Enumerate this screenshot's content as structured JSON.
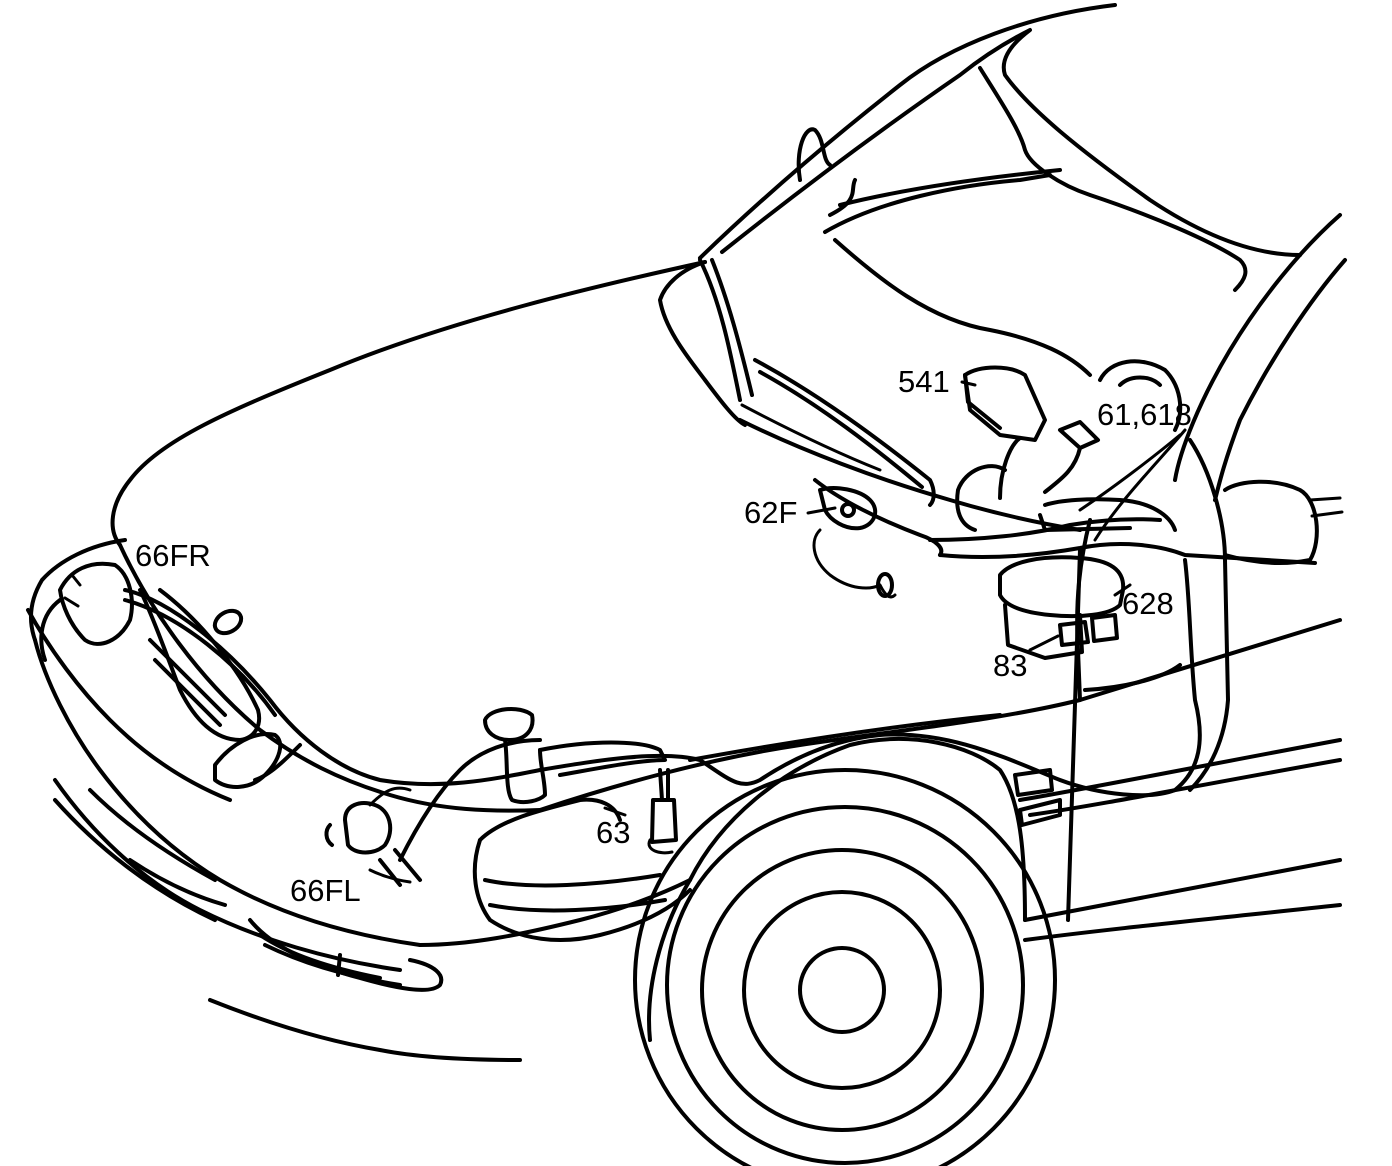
{
  "callouts": [
    {
      "id": "541",
      "text": "541"
    },
    {
      "id": "61_618",
      "text": "61,618"
    },
    {
      "id": "62F",
      "text": "62F"
    },
    {
      "id": "628",
      "text": "628"
    },
    {
      "id": "83",
      "text": "83"
    },
    {
      "id": "66FR",
      "text": "66FR"
    },
    {
      "id": "63",
      "text": "63"
    },
    {
      "id": "66FL",
      "text": "66FL"
    }
  ]
}
